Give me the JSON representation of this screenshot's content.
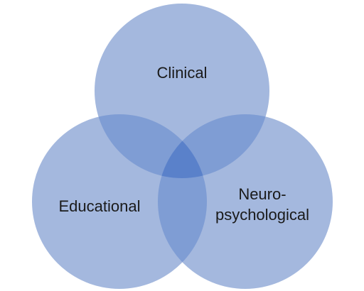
{
  "diagram": {
    "type": "venn",
    "fill_color": "#a4b8de",
    "overlap_color": "#4472c4",
    "sets": [
      {
        "id": "clinical",
        "label_lines": [
          "Clinical"
        ]
      },
      {
        "id": "educational",
        "label_lines": [
          "Educational"
        ]
      },
      {
        "id": "neuropsychological",
        "label_lines": [
          "Neuro-",
          "psychological"
        ]
      }
    ]
  }
}
